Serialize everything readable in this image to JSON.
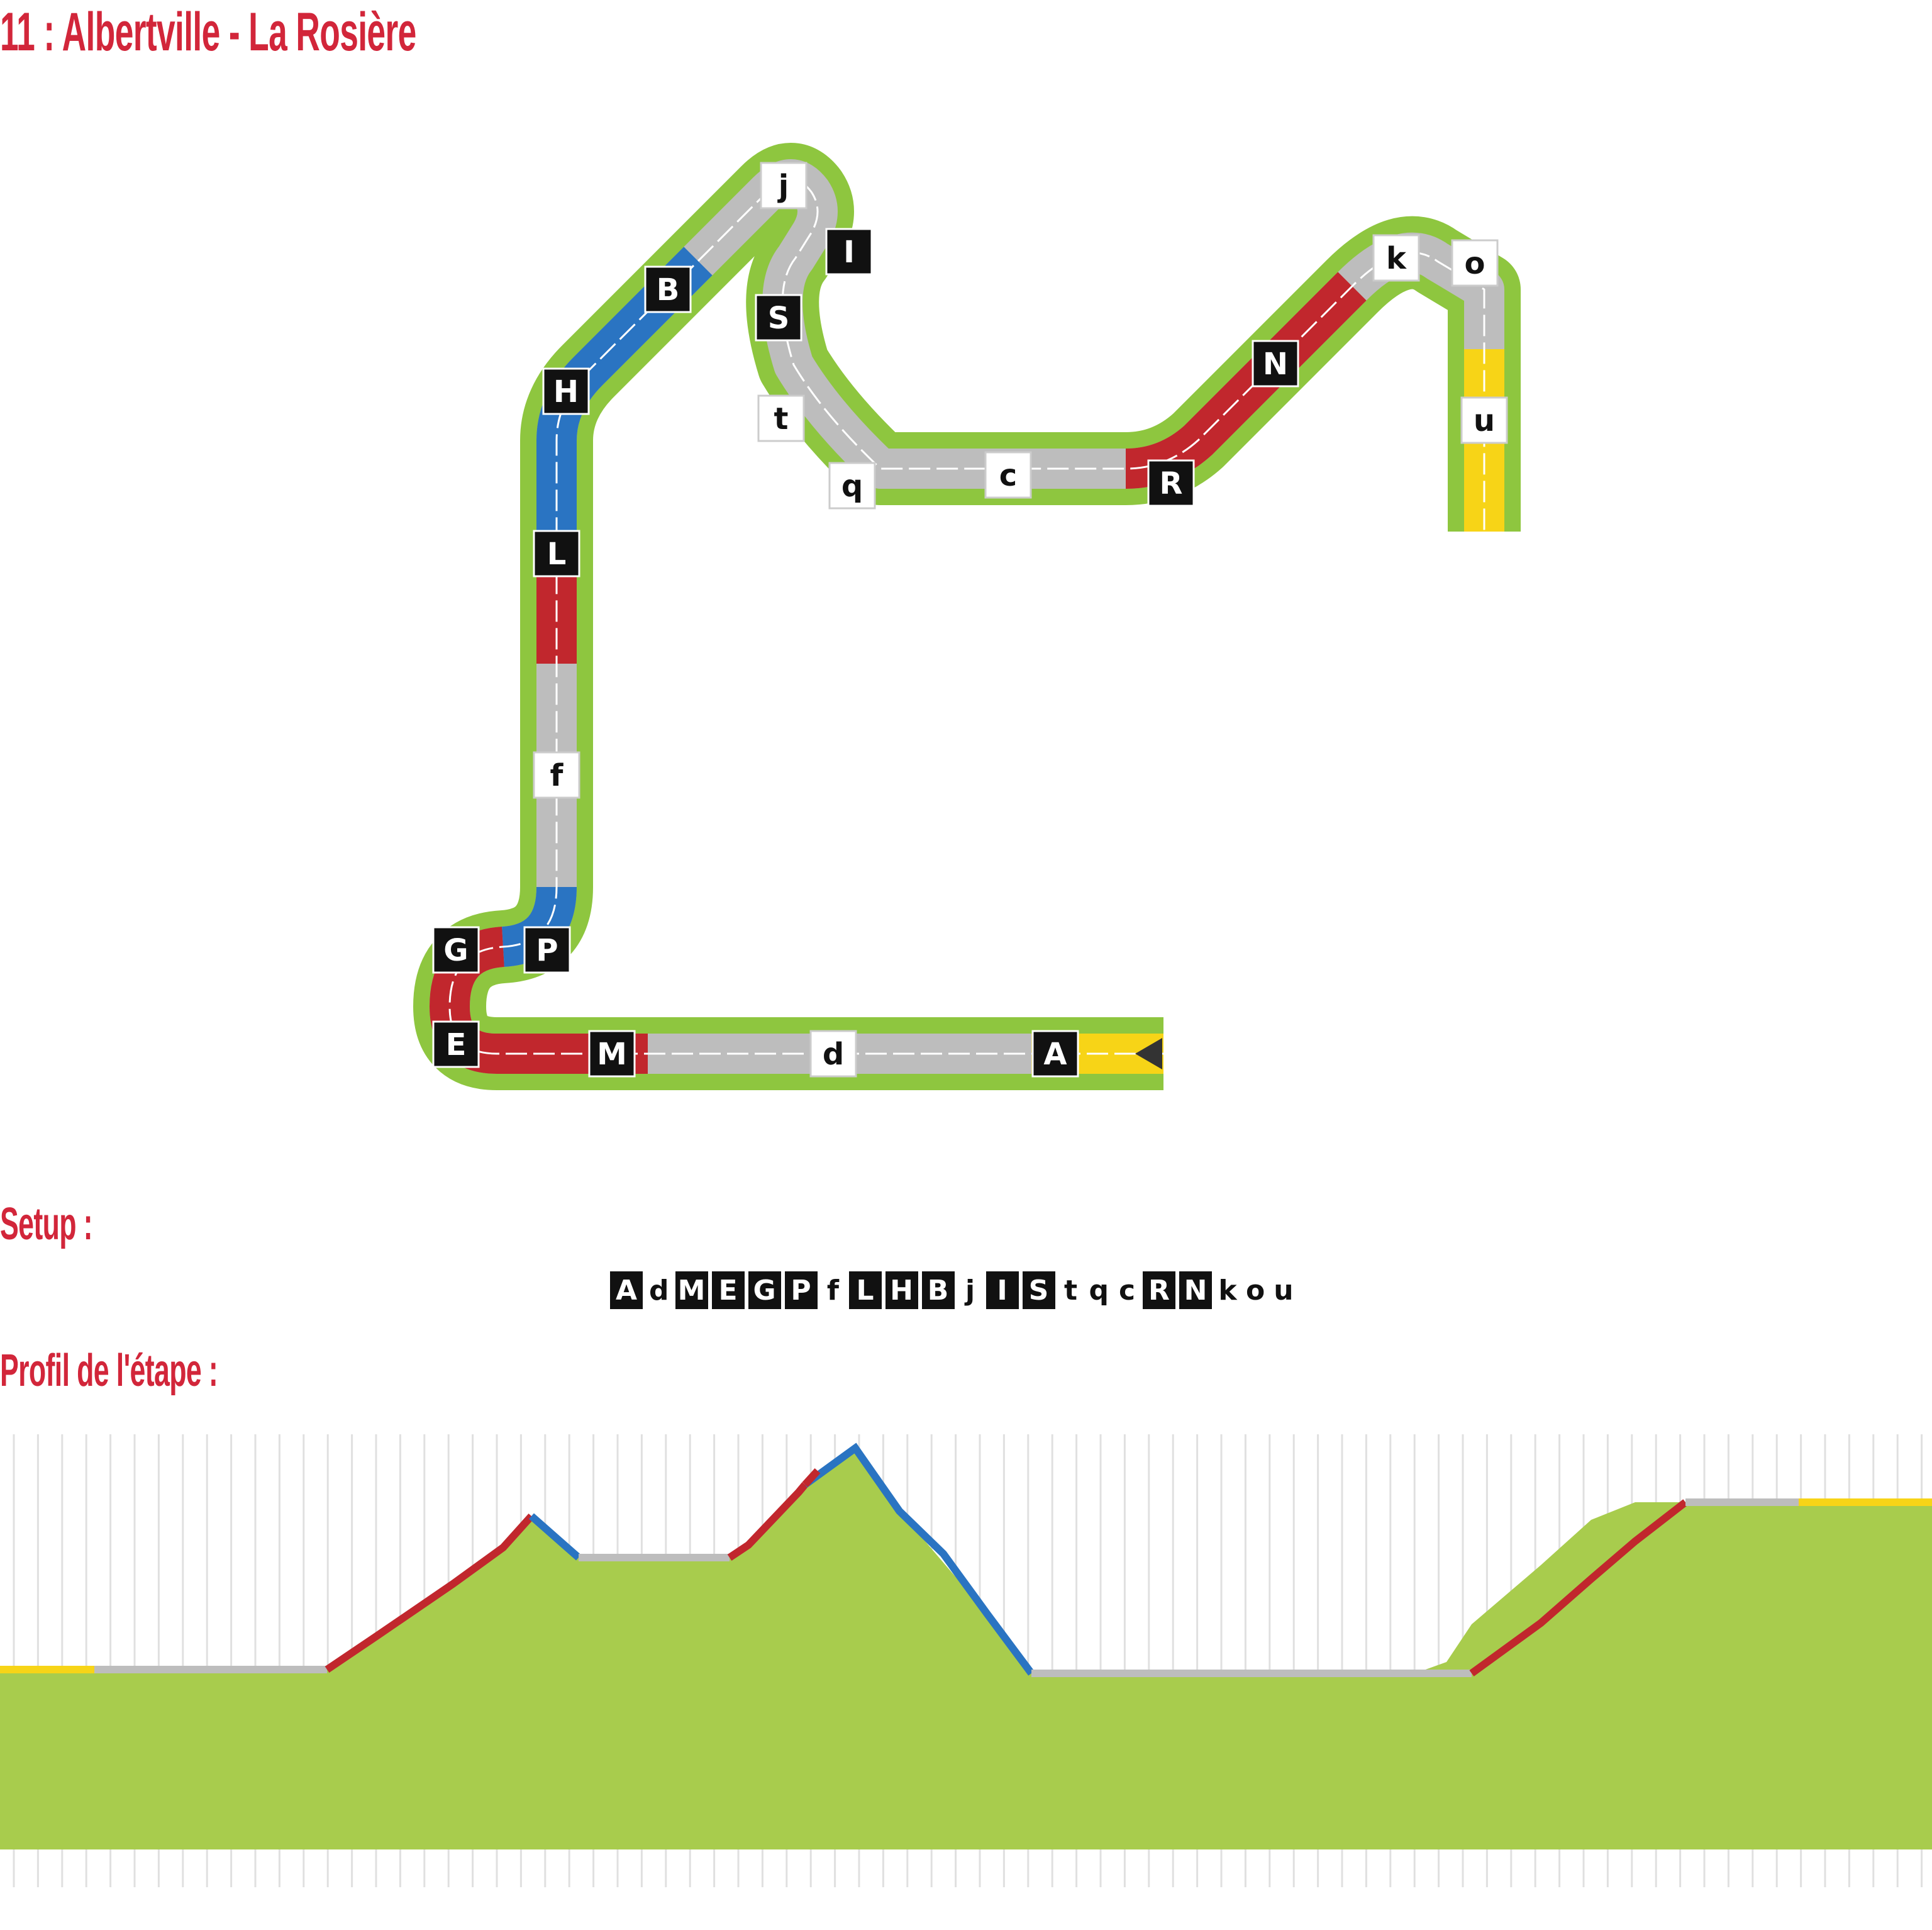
{
  "stage_title": "11 : Albertville - La Rosière",
  "setup_heading": "Setup :",
  "profile_heading": "Profil de l'étape :",
  "setup_sequence": [
    {
      "label": "A",
      "style": "dark"
    },
    {
      "label": "d",
      "style": "light"
    },
    {
      "label": "M",
      "style": "dark"
    },
    {
      "label": "E",
      "style": "dark"
    },
    {
      "label": "G",
      "style": "dark"
    },
    {
      "label": "P",
      "style": "dark"
    },
    {
      "label": "f",
      "style": "light"
    },
    {
      "label": "L",
      "style": "dark"
    },
    {
      "label": "H",
      "style": "dark"
    },
    {
      "label": "B",
      "style": "dark"
    },
    {
      "label": "j",
      "style": "light"
    },
    {
      "label": "I",
      "style": "dark"
    },
    {
      "label": "S",
      "style": "dark"
    },
    {
      "label": "t",
      "style": "light"
    },
    {
      "label": "q",
      "style": "light"
    },
    {
      "label": "c",
      "style": "light"
    },
    {
      "label": "R",
      "style": "dark"
    },
    {
      "label": "N",
      "style": "dark"
    },
    {
      "label": "k",
      "style": "light"
    },
    {
      "label": "o",
      "style": "light"
    },
    {
      "label": "u",
      "style": "light"
    }
  ],
  "track_tiles": [
    {
      "label": "A",
      "style": "dark"
    },
    {
      "label": "d",
      "style": "light"
    },
    {
      "label": "M",
      "style": "dark"
    },
    {
      "label": "E",
      "style": "dark"
    },
    {
      "label": "G",
      "style": "dark"
    },
    {
      "label": "P",
      "style": "dark"
    },
    {
      "label": "f",
      "style": "light"
    },
    {
      "label": "L",
      "style": "dark"
    },
    {
      "label": "H",
      "style": "dark"
    },
    {
      "label": "B",
      "style": "dark"
    },
    {
      "label": "j",
      "style": "light"
    },
    {
      "label": "I",
      "style": "dark"
    },
    {
      "label": "S",
      "style": "dark"
    },
    {
      "label": "t",
      "style": "light"
    },
    {
      "label": "q",
      "style": "light"
    },
    {
      "label": "c",
      "style": "light"
    },
    {
      "label": "R",
      "style": "dark"
    },
    {
      "label": "N",
      "style": "dark"
    },
    {
      "label": "k",
      "style": "light"
    },
    {
      "label": "o",
      "style": "light"
    },
    {
      "label": "u",
      "style": "light"
    }
  ],
  "terrain_colors": {
    "grass": "#8ec63f",
    "flat": "#bdbdbd",
    "climb": "#c1272d",
    "descent": "#2a74c2",
    "supply": "#f7d417",
    "profile_fill": "#a8cc4d",
    "heading": "#d2263a"
  }
}
